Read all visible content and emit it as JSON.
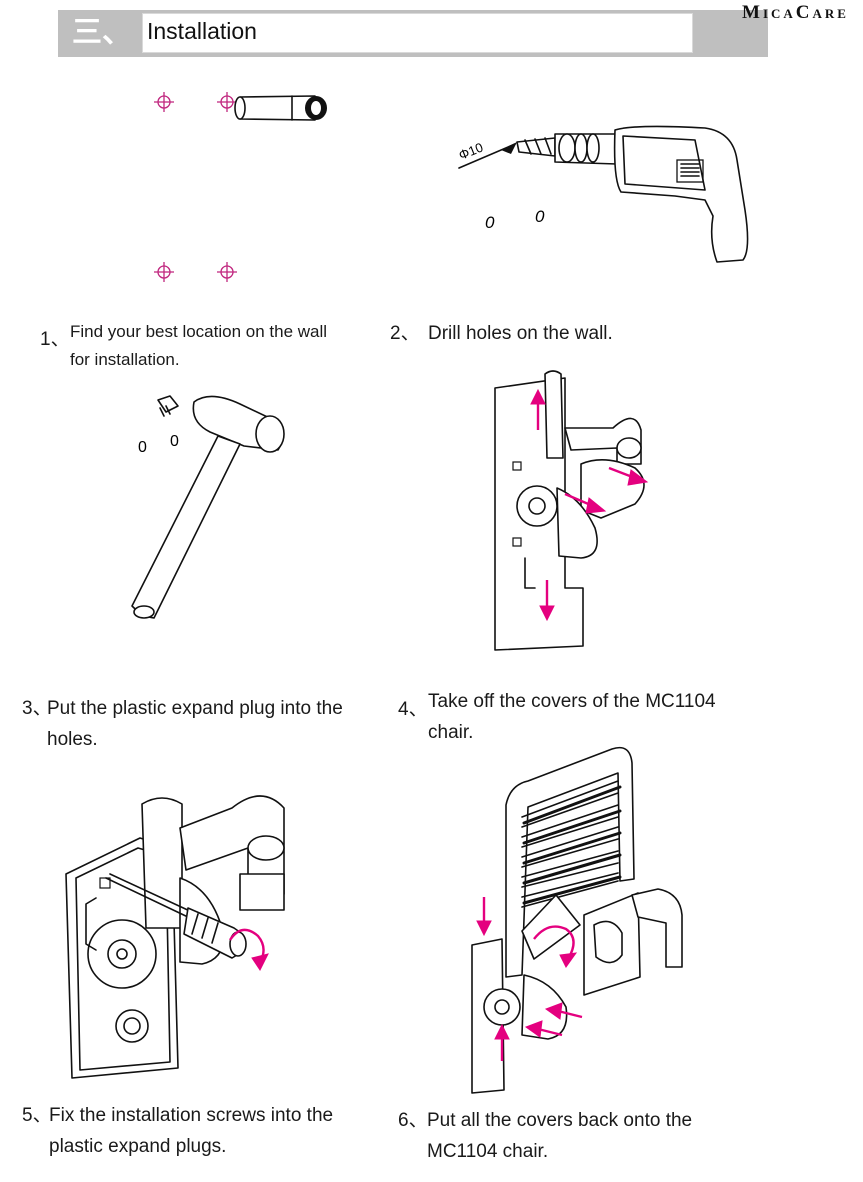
{
  "header": {
    "section_number": "三、",
    "title": "Installation",
    "brand_first": "M",
    "brand_mid": "ICA",
    "brand_second": "C",
    "brand_end": "ARE"
  },
  "steps": [
    {
      "number": "1、",
      "line1": "Find your best location on the wall",
      "line2": "for installation."
    },
    {
      "number": "2、",
      "line1": "Drill holes on the wall.",
      "line2": ""
    },
    {
      "number": "3、",
      "line1": "Put the plastic expand plug into the",
      "line2": "holes."
    },
    {
      "number": "4、",
      "line1": "Take off the covers of the MC1104",
      "line2": "chair."
    },
    {
      "number": "5、",
      "line1": "Fix the installation screws into the",
      "line2": "plastic expand plugs."
    },
    {
      "number": "6、",
      "line1": "Put all the covers back onto the",
      "line2": "MC1104 chair."
    }
  ],
  "figures": {
    "drill_bit_label": "Φ10",
    "hole_mark": "0"
  },
  "colors": {
    "header_gray": "#bfbfbf",
    "arrow_magenta": "#e4007f",
    "marker_purple": "#c0257e"
  },
  "icons": [
    "crosshair-marker-icon",
    "drill-illustration",
    "hammer-illustration",
    "bracket-illustration",
    "screwdriver-illustration",
    "chair-illustration"
  ]
}
